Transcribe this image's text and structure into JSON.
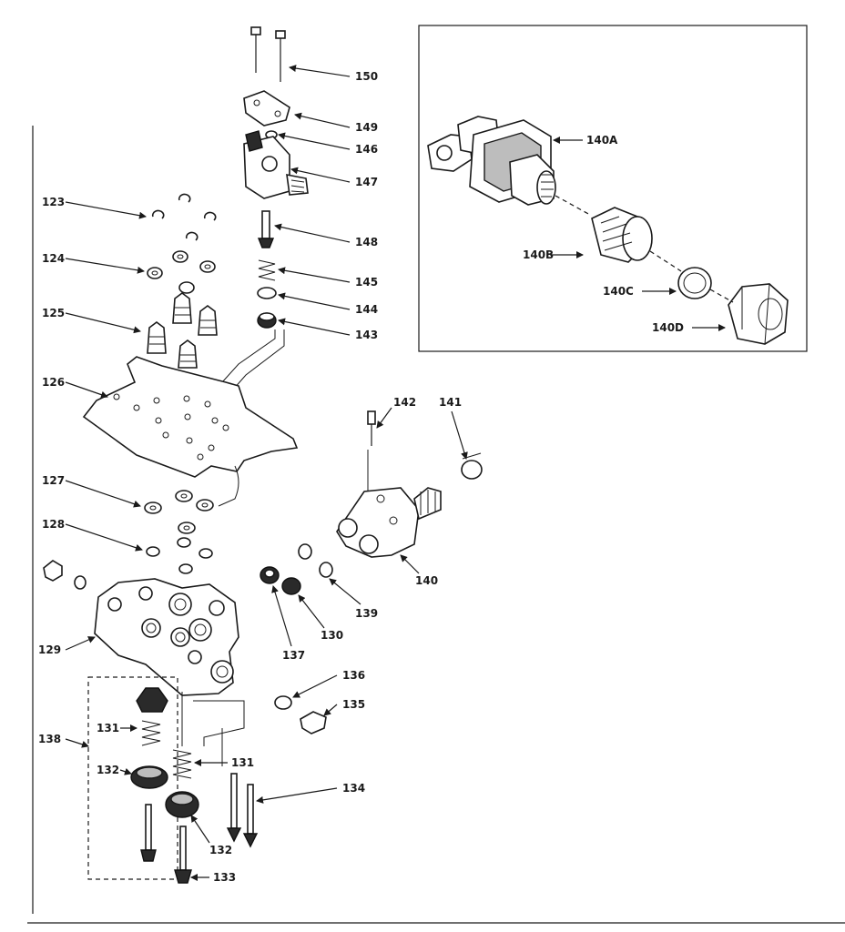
{
  "diagram": {
    "labels": {
      "l150": "150",
      "l149": "149",
      "l148": "148",
      "l147": "147",
      "l146": "146",
      "l145": "145",
      "l144": "144",
      "l143": "143",
      "l123": "123",
      "l124": "124",
      "l125": "125",
      "l126": "126",
      "l127": "127",
      "l128": "128",
      "l129": "129",
      "l130": "130",
      "l131a": "131",
      "l131b": "131",
      "l132a": "132",
      "l132b": "132",
      "l133": "133",
      "l134": "134",
      "l135": "135",
      "l136": "136",
      "l137": "137",
      "l138": "138",
      "l139": "139",
      "l140": "140",
      "l141": "141",
      "l142": "142",
      "l140A": "140A",
      "l140B": "140B",
      "l140C": "140C",
      "l140D": "140D"
    }
  }
}
